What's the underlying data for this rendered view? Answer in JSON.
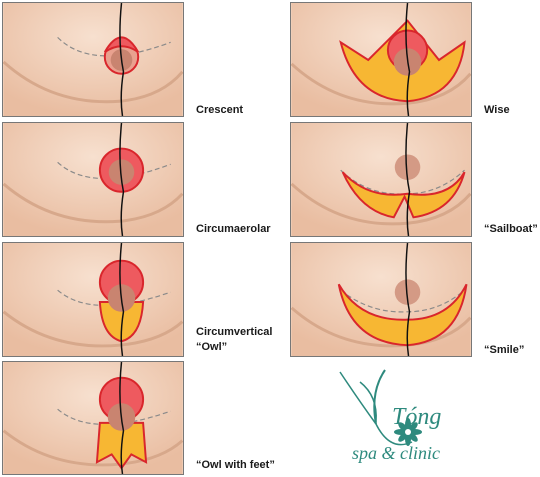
{
  "panels": [
    {
      "key": "crescent",
      "label": "Crescent"
    },
    {
      "key": "circumaerolar",
      "label": "Circumaerolar"
    },
    {
      "key": "circumvertical",
      "label_line1": "Circumvertical",
      "label_line2": "“Owl”"
    },
    {
      "key": "owl-feet",
      "label": "“Owl with feet”"
    },
    {
      "key": "wise",
      "label": "Wise"
    },
    {
      "key": "sailboat",
      "label": "“Sailboat”"
    },
    {
      "key": "smile",
      "label": "“Smile”"
    }
  ],
  "logo": {
    "word": "Tóng",
    "tagline": "spa & clinic"
  },
  "colors": {
    "skin": "#f3d3bd",
    "incision": "#d9262c",
    "fat": "#f7b733",
    "areola": "#c98470",
    "brand": "#2e8a7e"
  }
}
